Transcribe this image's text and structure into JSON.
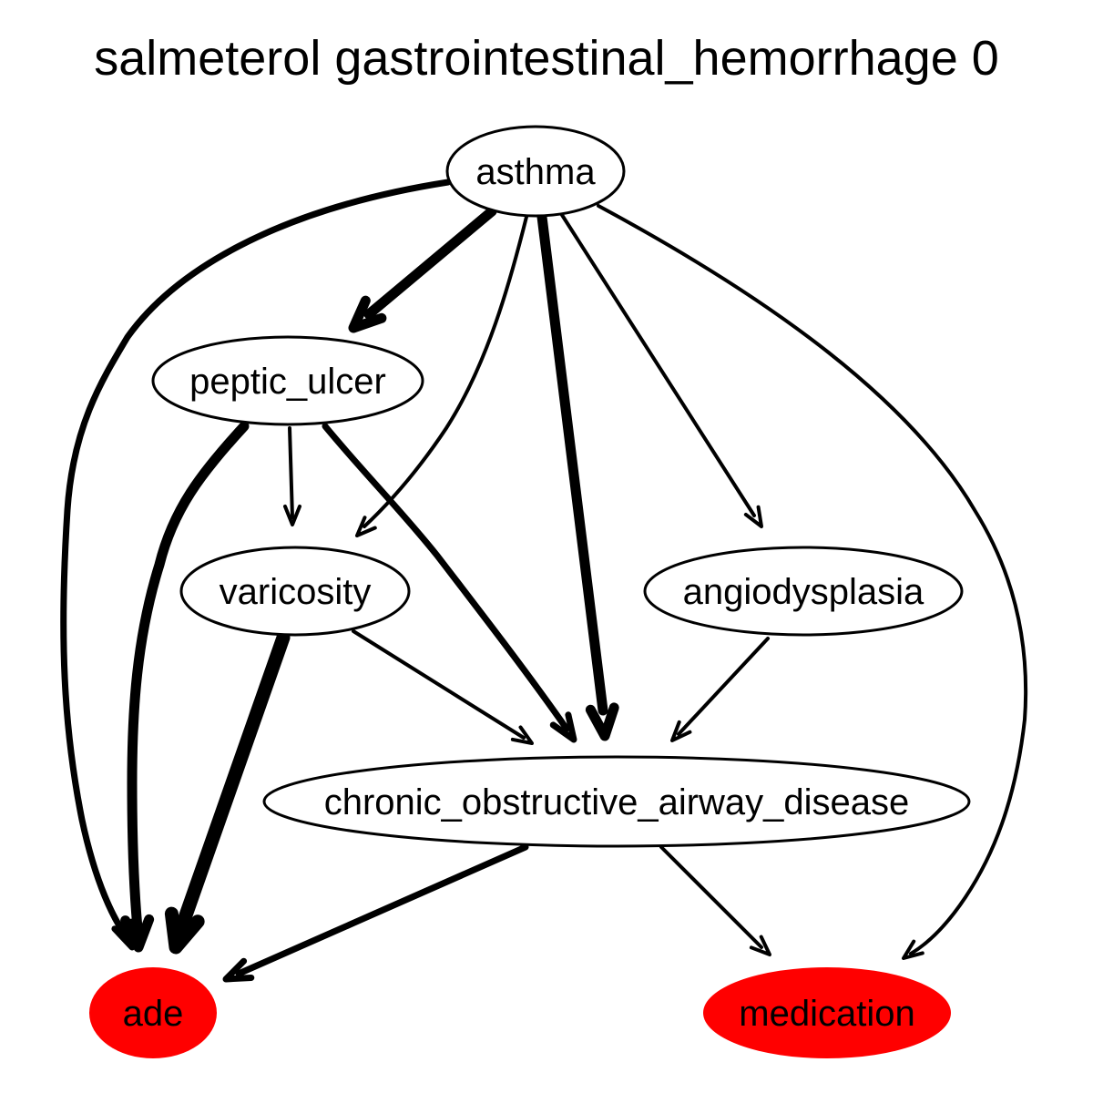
{
  "title": "salmeterol gastrointestinal_hemorrhage 0",
  "colors": {
    "highlight_fill": "#ff0000",
    "default_fill": "#ffffff",
    "stroke": "#000000"
  },
  "nodes": [
    {
      "id": "asthma",
      "label": "asthma",
      "highlighted": false
    },
    {
      "id": "peptic_ulcer",
      "label": "peptic_ulcer",
      "highlighted": false
    },
    {
      "id": "varicosity",
      "label": "varicosity",
      "highlighted": false
    },
    {
      "id": "angiodysplasia",
      "label": "angiodysplasia",
      "highlighted": false
    },
    {
      "id": "chronic_obstructive_airway_disease",
      "label": "chronic_obstructive_airway_disease",
      "highlighted": false
    },
    {
      "id": "ade",
      "label": "ade",
      "highlighted": true
    },
    {
      "id": "medication",
      "label": "medication",
      "highlighted": true
    }
  ],
  "edges": [
    {
      "from": "asthma",
      "to": "ade",
      "weight": "normal"
    },
    {
      "from": "asthma",
      "to": "peptic_ulcer",
      "weight": "heavy"
    },
    {
      "from": "asthma",
      "to": "varicosity",
      "weight": "thin"
    },
    {
      "from": "asthma",
      "to": "chronic_obstructive_airway_disease",
      "weight": "heavy"
    },
    {
      "from": "asthma",
      "to": "angiodysplasia",
      "weight": "thin"
    },
    {
      "from": "asthma",
      "to": "medication",
      "weight": "thin"
    },
    {
      "from": "peptic_ulcer",
      "to": "ade",
      "weight": "heavy"
    },
    {
      "from": "peptic_ulcer",
      "to": "varicosity",
      "weight": "thin"
    },
    {
      "from": "peptic_ulcer",
      "to": "chronic_obstructive_airway_disease",
      "weight": "normal"
    },
    {
      "from": "varicosity",
      "to": "ade",
      "weight": "heaviest"
    },
    {
      "from": "varicosity",
      "to": "chronic_obstructive_airway_disease",
      "weight": "thin"
    },
    {
      "from": "angiodysplasia",
      "to": "chronic_obstructive_airway_disease",
      "weight": "thin"
    },
    {
      "from": "chronic_obstructive_airway_disease",
      "to": "ade",
      "weight": "normal"
    },
    {
      "from": "chronic_obstructive_airway_disease",
      "to": "medication",
      "weight": "thin"
    }
  ]
}
